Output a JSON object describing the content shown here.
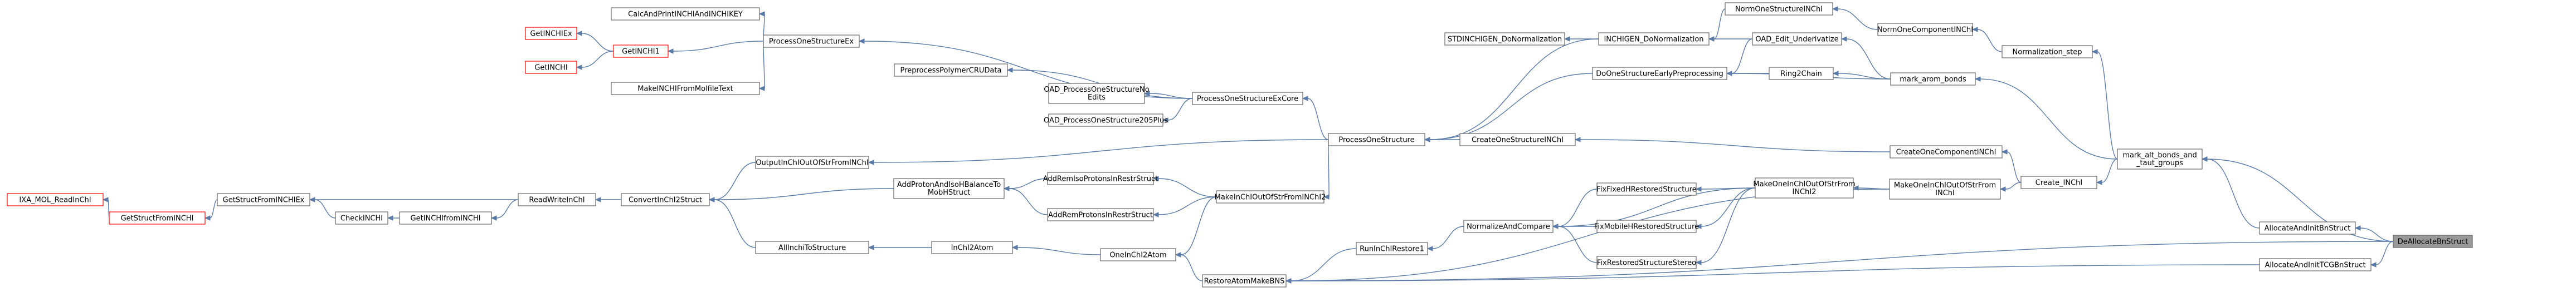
{
  "graph": {
    "nodes": [
      {
        "id": "n01",
        "label": "IXA_MOL_ReadInChI",
        "style": "red"
      },
      {
        "id": "n02",
        "label": "GetStructFromINCHI",
        "style": "red"
      },
      {
        "id": "n03",
        "label": "GetStructFromINCHIEx",
        "style": "normal"
      },
      {
        "id": "n04",
        "label": "CheckINCHI",
        "style": "normal"
      },
      {
        "id": "n05",
        "label": "GetINCHIEx",
        "style": "red"
      },
      {
        "id": "n06",
        "label": "GetINCHI",
        "style": "red"
      },
      {
        "id": "n07",
        "label": "GetINCHI1",
        "style": "red"
      },
      {
        "id": "n08",
        "label": "CalcAndPrintINCHIAndINCHIKEY",
        "style": "normal"
      },
      {
        "id": "n09",
        "label": "MakeINCHIFromMolfileText",
        "style": "normal"
      },
      {
        "id": "n10",
        "label": "GetINCHIfromINCHI",
        "style": "normal"
      },
      {
        "id": "n11",
        "label": "ReadWriteInChI",
        "style": "normal"
      },
      {
        "id": "n12",
        "label": "ConvertInChI2Struct",
        "style": "normal"
      },
      {
        "id": "n13",
        "label": "OutputInChIOutOfStrFromINChI",
        "style": "normal"
      },
      {
        "id": "n14",
        "label": "AllInchiToStructure",
        "style": "normal"
      },
      {
        "id": "n15",
        "label": "ProcessOneStructureEx",
        "style": "normal"
      },
      {
        "id": "n16",
        "label": "PreprocessPolymerCRUData",
        "style": "normal"
      },
      {
        "id": "n17",
        "label": "OAD_ProcessOneStructureNoEdits",
        "style": "normal"
      },
      {
        "id": "n18",
        "label": "OAD_ProcessOneStructure205Plus",
        "style": "normal"
      },
      {
        "id": "n19",
        "label": "ProcessOneStructureExCore",
        "style": "normal"
      },
      {
        "id": "n20",
        "label": "AddProtonAndIsoHBalanceToMobHStruct",
        "style": "normal"
      },
      {
        "id": "n21",
        "label": "AddRemIsoProtonsInRestrStruct",
        "style": "normal"
      },
      {
        "id": "n22",
        "label": "AddRemProtonsInRestrStruct",
        "style": "normal"
      },
      {
        "id": "n23",
        "label": "InChI2Atom",
        "style": "normal"
      },
      {
        "id": "n24",
        "label": "OneInChI2Atom",
        "style": "normal"
      },
      {
        "id": "n25",
        "label": "MakeInChIOutOfStrFromINChI2",
        "style": "normal"
      },
      {
        "id": "n26",
        "label": "ProcessOneStructure",
        "style": "normal"
      },
      {
        "id": "n27",
        "label": "RunInChIRestore1",
        "style": "normal"
      },
      {
        "id": "n28",
        "label": "RestoreAtomMakeBNS",
        "style": "normal"
      },
      {
        "id": "n29",
        "label": "STDINCHIGEN_DoNormalization",
        "style": "normal"
      },
      {
        "id": "n30",
        "label": "INCHIGEN_DoNormalization",
        "style": "normal"
      },
      {
        "id": "n31",
        "label": "CreateOneStructureINChI",
        "style": "normal"
      },
      {
        "id": "n32",
        "label": "DoOneStructureEarlyPreprocessing",
        "style": "normal"
      },
      {
        "id": "n33",
        "label": "NormalizeAndCompare",
        "style": "normal"
      },
      {
        "id": "n34",
        "label": "FixFixedHRestoredStructure",
        "style": "normal"
      },
      {
        "id": "n35",
        "label": "FixMobileHRestoredStructure",
        "style": "normal"
      },
      {
        "id": "n36",
        "label": "FixRestoredStructureStereo",
        "style": "normal"
      },
      {
        "id": "n37",
        "label": "MakeOneInChIOutOfStrFromINChI2",
        "style": "normal"
      },
      {
        "id": "n38",
        "label": "NormOneStructureINChI",
        "style": "normal"
      },
      {
        "id": "n39",
        "label": "OAD_Edit_Underivatize",
        "style": "normal"
      },
      {
        "id": "n40",
        "label": "Ring2Chain",
        "style": "normal"
      },
      {
        "id": "n41",
        "label": "NormOneComponentINChI",
        "style": "normal"
      },
      {
        "id": "n42",
        "label": "mark_arom_bonds",
        "style": "normal"
      },
      {
        "id": "n43",
        "label": "CreateOneComponentINChI",
        "style": "normal"
      },
      {
        "id": "n44",
        "label": "MakeOneInChIOutOfStrFromINChI",
        "style": "normal"
      },
      {
        "id": "n45",
        "label": "Normalization_step",
        "style": "normal"
      },
      {
        "id": "n46",
        "label": "Create_INChI",
        "style": "normal"
      },
      {
        "id": "n47",
        "label": "mark_alt_bonds_and_taut_groups",
        "style": "normal"
      },
      {
        "id": "n48",
        "label": "AllocateAndInitBnStruct",
        "style": "normal"
      },
      {
        "id": "n49",
        "label": "AllocateAndInitTCGBnStruct",
        "style": "normal"
      },
      {
        "id": "n50",
        "label": "DeAllocateBnStruct",
        "style": "focus"
      }
    ],
    "edges": [
      [
        "n02",
        "n01"
      ],
      [
        "n03",
        "n02"
      ],
      [
        "n04",
        "n03"
      ],
      [
        "n10",
        "n04"
      ],
      [
        "n11",
        "n10"
      ],
      [
        "n11",
        "n03"
      ],
      [
        "n07",
        "n05"
      ],
      [
        "n07",
        "n06"
      ],
      [
        "n15",
        "n07"
      ],
      [
        "n15",
        "n08"
      ],
      [
        "n15",
        "n09"
      ],
      [
        "n12",
        "n11"
      ],
      [
        "n13",
        "n12"
      ],
      [
        "n14",
        "n12"
      ],
      [
        "n20",
        "n12"
      ],
      [
        "n19",
        "n15"
      ],
      [
        "n19",
        "n16"
      ],
      [
        "n19",
        "n17"
      ],
      [
        "n19",
        "n18"
      ],
      [
        "n26",
        "n19"
      ],
      [
        "n26",
        "n13"
      ],
      [
        "n21",
        "n20"
      ],
      [
        "n22",
        "n20"
      ],
      [
        "n23",
        "n14"
      ],
      [
        "n24",
        "n23"
      ],
      [
        "n25",
        "n21"
      ],
      [
        "n25",
        "n22"
      ],
      [
        "n25",
        "n24"
      ],
      [
        "n26",
        "n25"
      ],
      [
        "n28",
        "n24"
      ],
      [
        "n27",
        "n28"
      ],
      [
        "n33",
        "n27"
      ],
      [
        "n30",
        "n26"
      ],
      [
        "n32",
        "n26"
      ],
      [
        "n31",
        "n26"
      ],
      [
        "n30",
        "n29"
      ],
      [
        "n38",
        "n30"
      ],
      [
        "n39",
        "n30"
      ],
      [
        "n40",
        "n32"
      ],
      [
        "n39",
        "n32"
      ],
      [
        "n42",
        "n32"
      ],
      [
        "n42",
        "n40"
      ],
      [
        "n42",
        "n39"
      ],
      [
        "n43",
        "n31"
      ],
      [
        "n37",
        "n33"
      ],
      [
        "n34",
        "n33"
      ],
      [
        "n35",
        "n33"
      ],
      [
        "n36",
        "n33"
      ],
      [
        "n37",
        "n34"
      ],
      [
        "n37",
        "n35"
      ],
      [
        "n37",
        "n36"
      ],
      [
        "n44",
        "n37"
      ],
      [
        "n44",
        "n28"
      ],
      [
        "n41",
        "n38"
      ],
      [
        "n45",
        "n41"
      ],
      [
        "n46",
        "n43"
      ],
      [
        "n46",
        "n44"
      ],
      [
        "n47",
        "n45"
      ],
      [
        "n47",
        "n42"
      ],
      [
        "n47",
        "n46"
      ],
      [
        "n49",
        "n28"
      ],
      [
        "n48",
        "n47"
      ],
      [
        "n50",
        "n47"
      ],
      [
        "n50",
        "n48"
      ],
      [
        "n50",
        "n49"
      ],
      [
        "n50",
        "n28"
      ]
    ]
  }
}
